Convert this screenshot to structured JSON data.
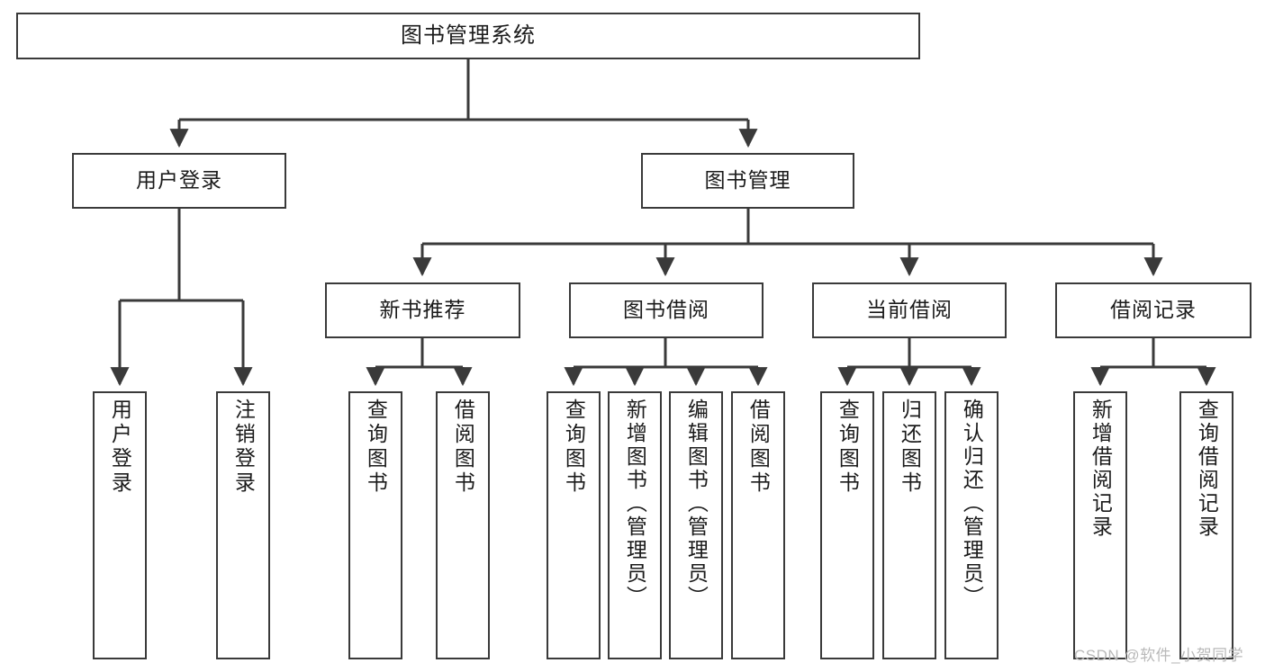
{
  "diagram": {
    "title": "图书管理系统",
    "type": "功能结构图",
    "stroke_color": "#3a3a3a",
    "text_color": "#1b1b1b",
    "background_color": "#ffffff"
  },
  "root": {
    "label": "图书管理系统"
  },
  "level2": [
    {
      "label": "用户登录"
    },
    {
      "label": "图书管理"
    }
  ],
  "level3": [
    {
      "label": "新书推荐"
    },
    {
      "label": "图书借阅"
    },
    {
      "label": "当前借阅"
    },
    {
      "label": "借阅记录"
    }
  ],
  "leaves": {
    "user_login": [
      {
        "label": "用户登录"
      },
      {
        "label": "注销登录"
      }
    ],
    "new_book_recommend": [
      {
        "label": "查询图书"
      },
      {
        "label": "借阅图书"
      }
    ],
    "book_borrow": [
      {
        "label": "查询图书"
      },
      {
        "label": "新增图书（管理员）"
      },
      {
        "label": "编辑图书（管理员）"
      },
      {
        "label": "借阅图书"
      }
    ],
    "current_borrow": [
      {
        "label": "查询图书"
      },
      {
        "label": "归还图书"
      },
      {
        "label": "确认归还（管理员）"
      }
    ],
    "borrow_record": [
      {
        "label": "新增借阅记录"
      },
      {
        "label": "查询借阅记录"
      }
    ]
  },
  "watermark": {
    "text": "CSDN @软件_小贺同学"
  }
}
